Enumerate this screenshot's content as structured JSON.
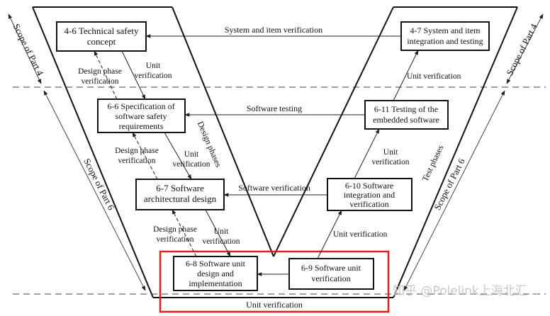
{
  "boxes": {
    "b46": [
      "4-6 Technical safety",
      "concept"
    ],
    "b66": [
      "6-6 Specification of",
      "software safety",
      "requirements"
    ],
    "b67": [
      "6-7 Software",
      "architectural design"
    ],
    "b68": [
      "6-8 Software unit",
      "design and",
      "implementation"
    ],
    "b47": [
      "4-7 System and item",
      "integration and testing"
    ],
    "b611": [
      "6-11 Testing of the",
      "embedded software"
    ],
    "b610": [
      "6-10 Software",
      "integration and",
      "verification"
    ],
    "b69": [
      "6-9 Software unit",
      "verification"
    ]
  },
  "labels": {
    "system_item_verification": "System and item verification",
    "software_testing": "Software testing",
    "software_verification": "Software verification",
    "unit_verification": "Unit verification",
    "design_phase_verification": [
      "Design phase",
      "verification"
    ],
    "unit_verification_2line": [
      "Unit",
      "verification"
    ],
    "design_phases": "Design phases",
    "test_phases": "Test phases",
    "scope_part4": "Scope of Part 4",
    "scope_part6": "Scope of Part 6"
  },
  "watermark": "知乎 @Polelink上海北汇...",
  "colors": {
    "highlight": "#e0201c",
    "line": "#111111",
    "dash": "#666666"
  }
}
